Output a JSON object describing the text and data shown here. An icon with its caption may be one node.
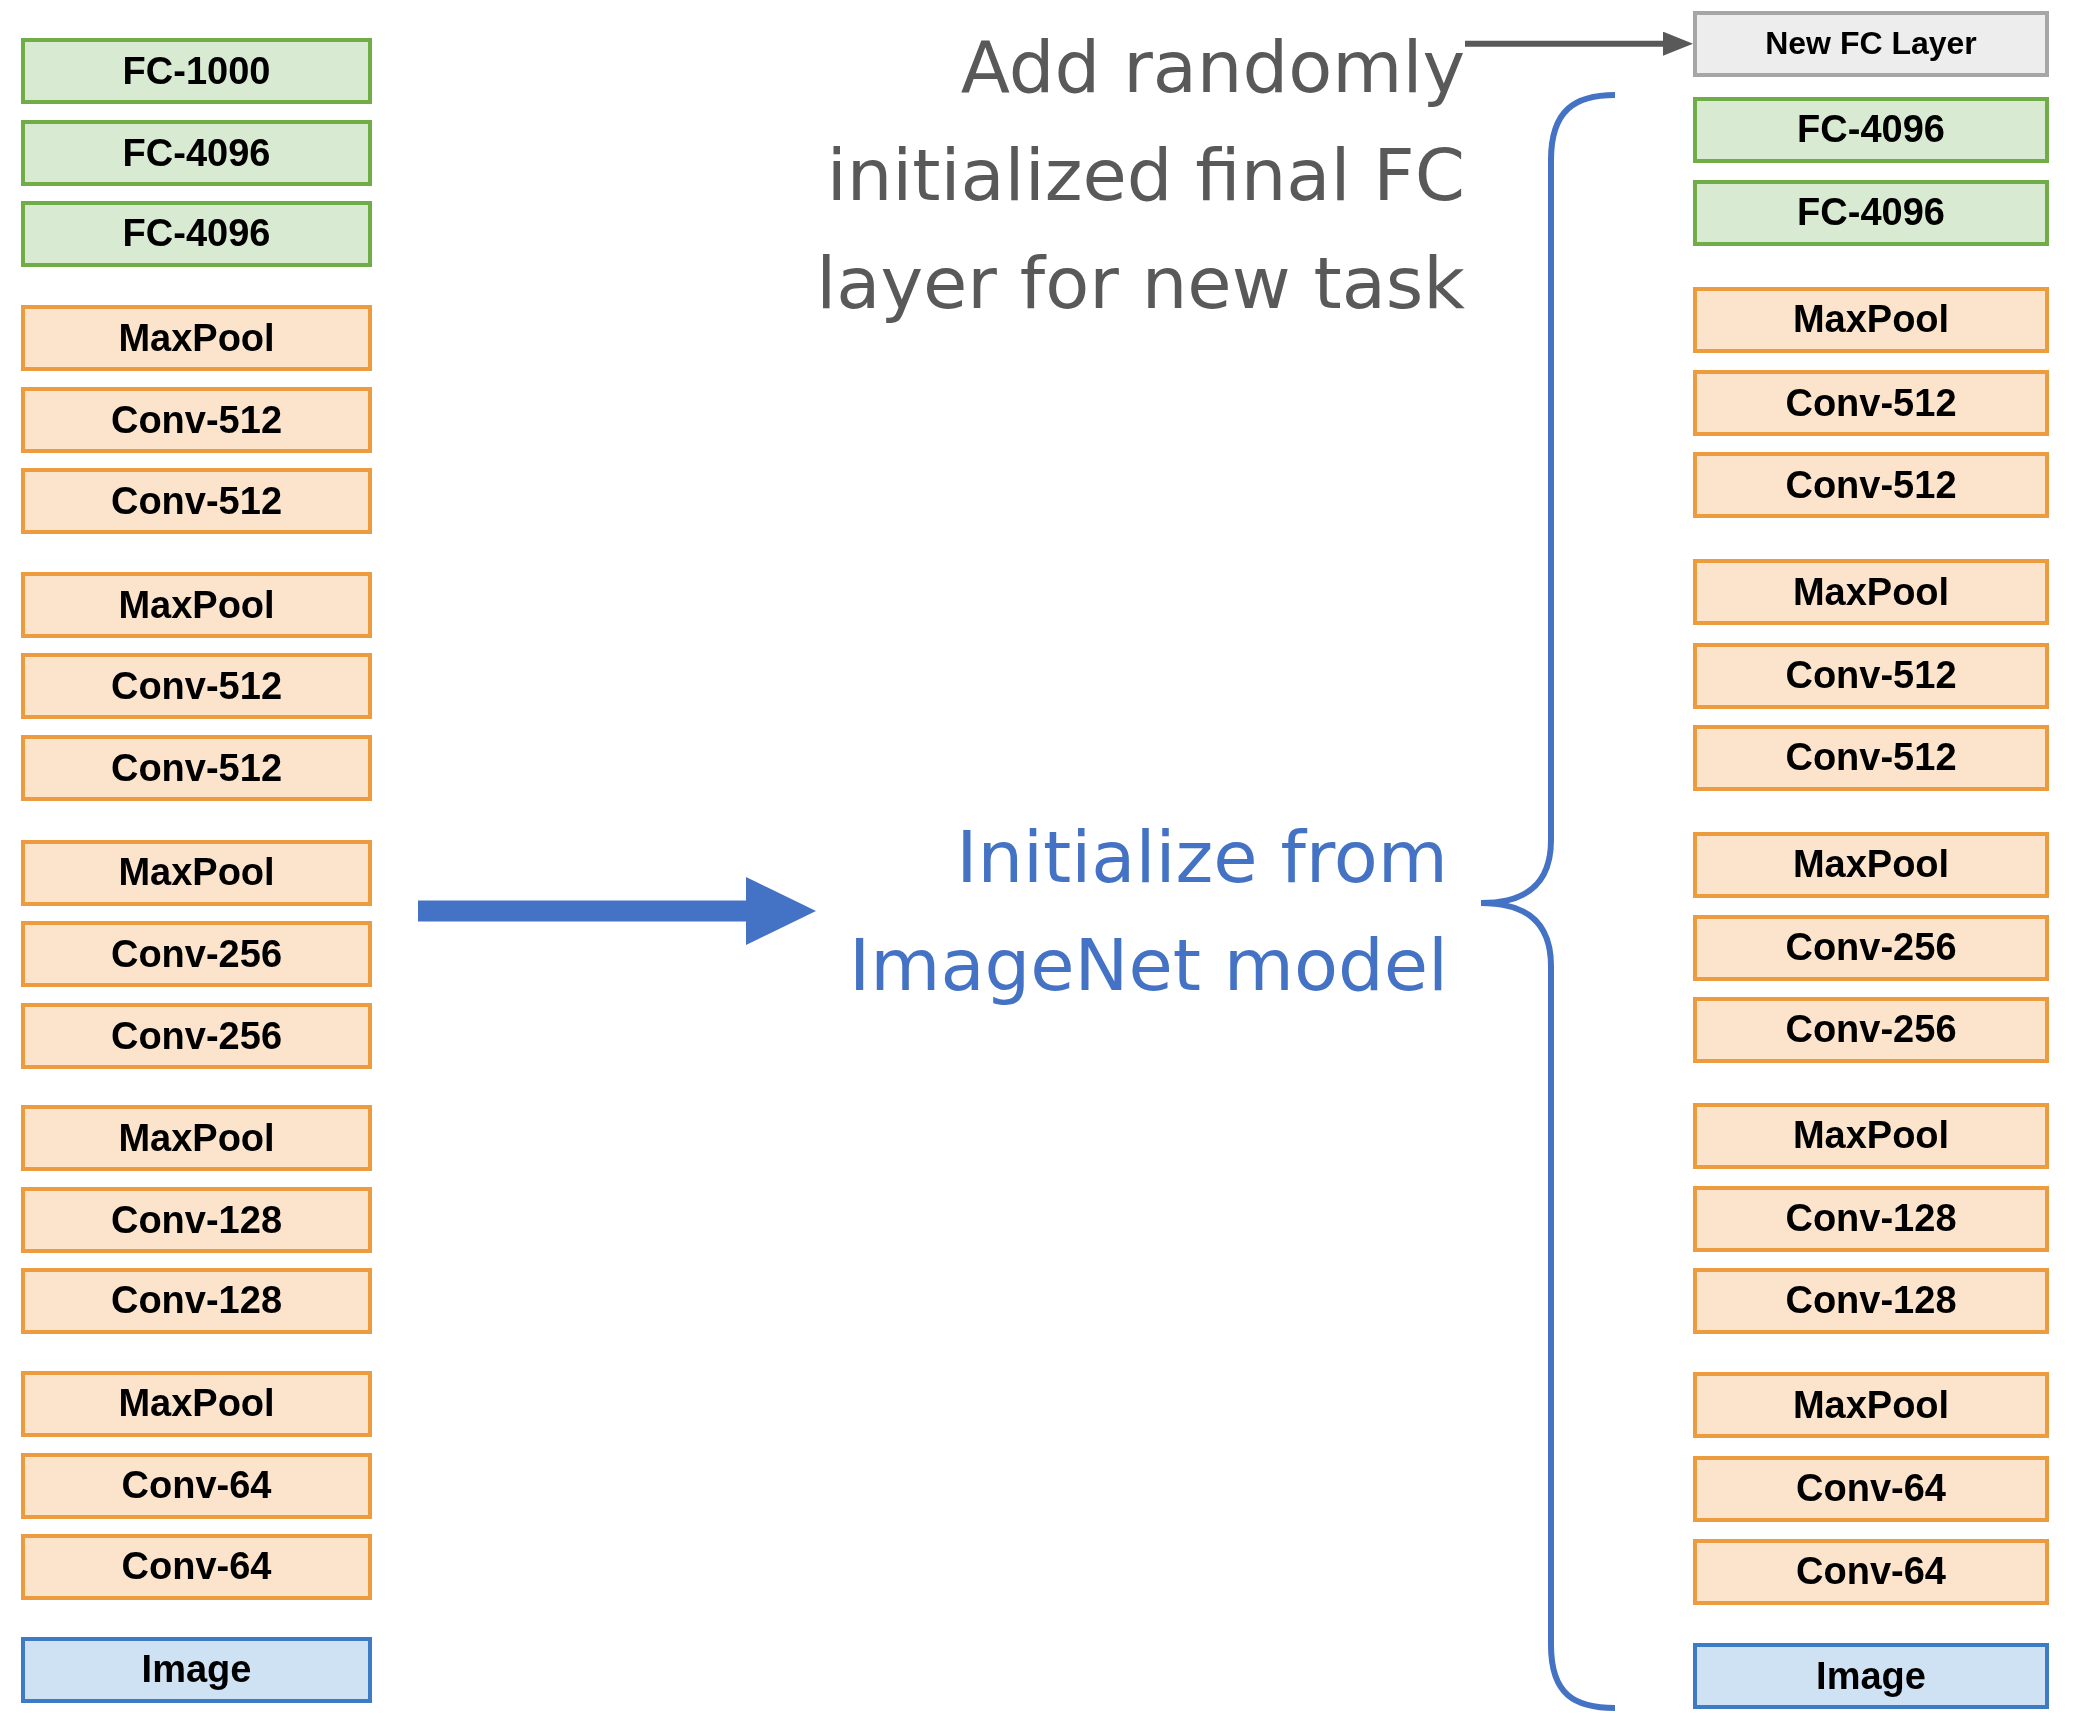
{
  "diagram": {
    "nodes": [
      {
        "text": [
          "FC-1000"
        ]
      },
      {
        "text": [
          "FC-4096"
        ]
      },
      {
        "text": [
          "FC-4096"
        ]
      },
      {
        "text": [
          "MaxPool"
        ]
      },
      {
        "text": [
          "Conv-512"
        ]
      },
      {
        "text": [
          "Conv-512"
        ]
      },
      {
        "text": [
          "MaxPool"
        ]
      },
      {
        "text": [
          "Conv-512"
        ]
      },
      {
        "text": [
          "Conv-512"
        ]
      },
      {
        "text": [
          "MaxPool"
        ]
      },
      {
        "text": [
          "Conv-256"
        ]
      },
      {
        "text": [
          "Conv-256"
        ]
      },
      {
        "text": [
          "MaxPool"
        ]
      },
      {
        "text": [
          "Conv-128"
        ]
      },
      {
        "text": [
          "Conv-128"
        ]
      },
      {
        "text": [
          "MaxPool"
        ]
      },
      {
        "text": [
          "Conv-64"
        ]
      },
      {
        "text": [
          "Conv-64"
        ]
      },
      {
        "text": [
          "Image"
        ]
      },
      {
        "text": [
          "New FC Layer"
        ]
      },
      {
        "text": [
          "FC-4096"
        ]
      },
      {
        "text": [
          "FC-4096"
        ]
      },
      {
        "text": [
          "MaxPool"
        ]
      },
      {
        "text": [
          "Conv-512"
        ]
      },
      {
        "text": [
          "Conv-512"
        ]
      },
      {
        "text": [
          "MaxPool"
        ]
      },
      {
        "text": [
          "Conv-512"
        ]
      },
      {
        "text": [
          "Conv-512"
        ]
      },
      {
        "text": [
          "MaxPool"
        ]
      },
      {
        "text": [
          "Conv-256"
        ]
      },
      {
        "text": [
          "Conv-256"
        ]
      },
      {
        "text": [
          "MaxPool"
        ]
      },
      {
        "text": [
          "Conv-128"
        ]
      },
      {
        "text": [
          "Conv-128"
        ]
      },
      {
        "text": [
          "MaxPool"
        ]
      },
      {
        "text": [
          "Conv-64"
        ]
      },
      {
        "text": [
          "Conv-64"
        ]
      },
      {
        "text": [
          "Image"
        ]
      },
      {
        "text": [
          "Add randomly initialized final FC layer for new task"
        ]
      },
      {
        "text": [
          "Initialize from ImageNet model"
        ]
      }
    ],
    "edges": [
      {
        "from": 38,
        "to": 19,
        "arrow": "to",
        "color": "#595959"
      },
      {
        "from": null,
        "to": 39,
        "arrow": "to",
        "style": "thick",
        "color": "#4472c4"
      }
    ]
  }
}
